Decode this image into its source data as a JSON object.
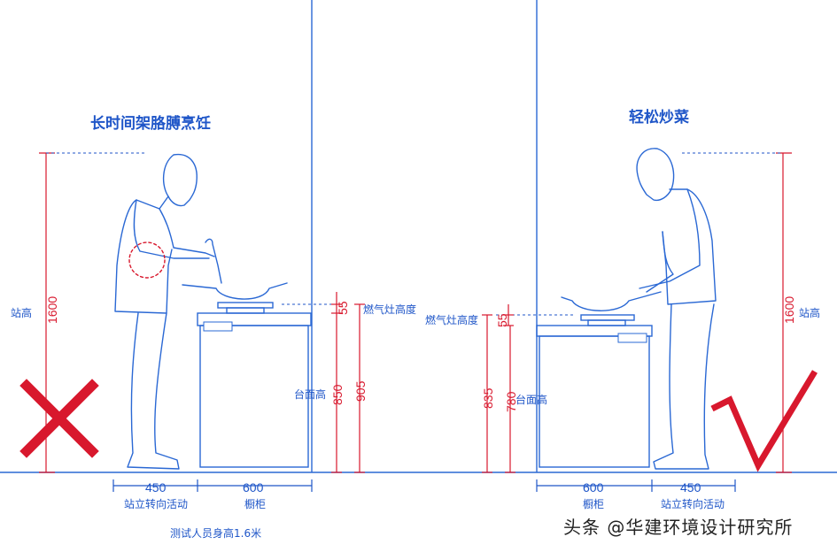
{
  "left_panel": {
    "title": "长时间架胳膊烹饪",
    "height_label": "站高",
    "height_value": "1600",
    "stove_label": "燃气灶高度",
    "stove_value": "55",
    "counter_label": "台面高",
    "counter_value": "850",
    "total_value": "905",
    "space_value": "450",
    "space_label": "站立转向活动",
    "cabinet_value": "600",
    "cabinet_label": "橱柜",
    "mark": "cross-icon"
  },
  "right_panel": {
    "title": "轻松炒菜",
    "height_label": "站高",
    "height_value": "1600",
    "stove_label": "燃气灶高度",
    "stove_value": "55",
    "counter_label": "台面高",
    "counter_value": "780",
    "total_value": "835",
    "space_value": "450",
    "space_label": "站立转向活动",
    "cabinet_value": "600",
    "cabinet_label": "橱柜",
    "mark": "check-icon"
  },
  "footnote": "测试人员身高1.6米",
  "watermark": "头条 @华建环境设计研究所",
  "colors": {
    "blue": "#1f56c8",
    "red": "#d8182d"
  }
}
